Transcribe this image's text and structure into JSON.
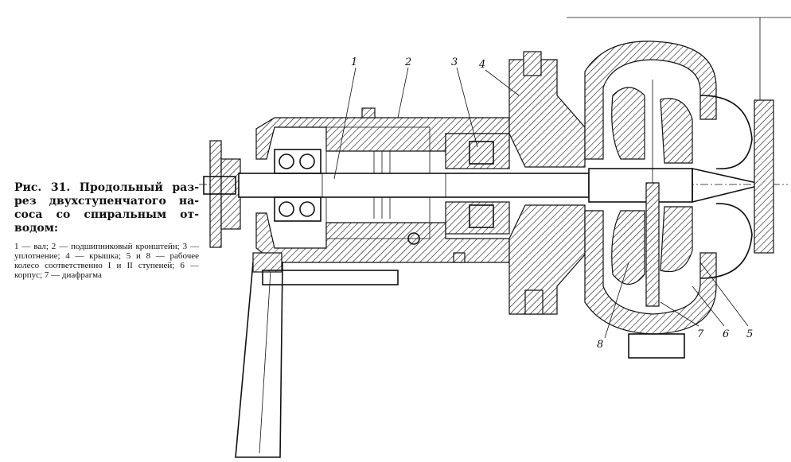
{
  "caption": {
    "title": "Рис. 31. Продольный раз­рез двухступенчатого на­соса со спиральным от­водом:",
    "legend": "1 — вал; 2 — подшипниковый кронштейн; 3 — уплотнение; 4 — крышка; 5 и 8 — рабо­чее колесо соответственно I и II ступеней; 6 — корпус; 7 — диафрагма"
  },
  "callouts": [
    "1",
    "2",
    "3",
    "4",
    "5",
    "6",
    "7",
    "8"
  ]
}
